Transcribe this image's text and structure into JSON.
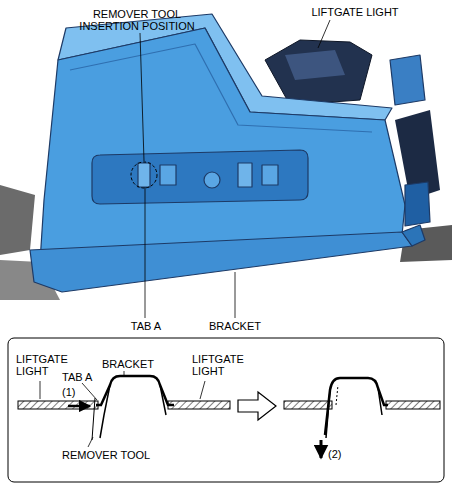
{
  "diagram": {
    "labels": [
      "REMOVER TOOL INSERTION POSITION",
      "LIFTGATE LIGHT",
      "TAB A",
      "BRACKET",
      "LIFTGATE LIGHT",
      "TAB A",
      "BRACKET",
      "LIFTGATE LIGHT",
      "(1)",
      "REMOVER TOOL",
      "(2)"
    ]
  }
}
